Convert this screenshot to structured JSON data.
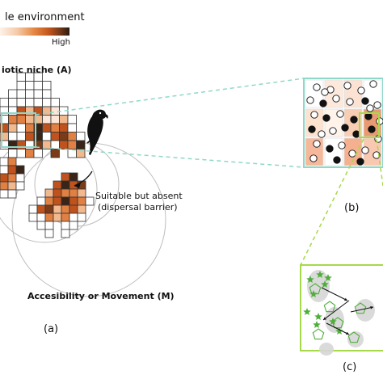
{
  "legend": {
    "title": "le environment",
    "high_label": "High",
    "gradient_colors": [
      "#fdf2ea",
      "#f5c9a8",
      "#e3853f",
      "#c4561d",
      "#7a3b19",
      "#2b1a12"
    ]
  },
  "labels": {
    "biotic_niche": "iotic niche (A)",
    "suitable_absent_line1": "Suitable but absent",
    "suitable_absent_line2": "(dispersal barrier)",
    "accessibility": "Accesibility or Movement (M)",
    "panel_a": "(a)",
    "panel_b": "(b)",
    "panel_c": "(c)"
  },
  "colors": {
    "teal_frame": "#8fd8c8",
    "green_frame": "#a6d94a",
    "marker_green": "#4fae3a",
    "circle_outline": "#bdbdbd",
    "cell_edge": "#333333"
  },
  "icons": [
    "parrot-icon"
  ]
}
